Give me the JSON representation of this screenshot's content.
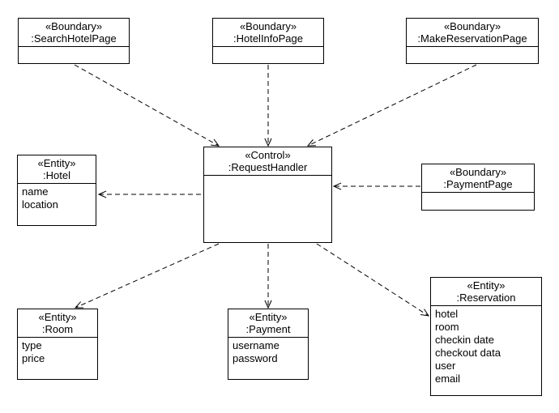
{
  "classes": {
    "search_hotel_page": {
      "stereotype": "«Boundary»",
      "name": ":SearchHotelPage",
      "attributes": []
    },
    "hotel_info_page": {
      "stereotype": "«Boundary»",
      "name": ":HotelInfoPage",
      "attributes": []
    },
    "make_reservation_page": {
      "stereotype": "«Boundary»",
      "name": ":MakeReservationPage",
      "attributes": []
    },
    "hotel": {
      "stereotype": "«Entity»",
      "name": ":Hotel",
      "attributes": [
        "name",
        "location"
      ]
    },
    "request_handler": {
      "stereotype": "«Control»",
      "name": ":RequestHandler",
      "attributes": []
    },
    "payment_page": {
      "stereotype": "«Boundary»",
      "name": ":PaymentPage",
      "attributes": []
    },
    "room": {
      "stereotype": "«Entity»",
      "name": ":Room",
      "attributes": [
        "type",
        "price"
      ]
    },
    "payment": {
      "stereotype": "«Entity»",
      "name": ":Payment",
      "attributes": [
        "username",
        "password"
      ]
    },
    "reservation": {
      "stereotype": "«Entity»",
      "name": ":Reservation",
      "attributes": [
        "hotel",
        "room",
        "checkin date",
        "checkout data",
        "user",
        "email"
      ]
    }
  },
  "dependencies": [
    {
      "from": "search_hotel_page",
      "to": "request_handler"
    },
    {
      "from": "hotel_info_page",
      "to": "request_handler"
    },
    {
      "from": "make_reservation_page",
      "to": "request_handler"
    },
    {
      "from": "request_handler",
      "to": "hotel"
    },
    {
      "from": "payment_page",
      "to": "request_handler"
    },
    {
      "from": "request_handler",
      "to": "room"
    },
    {
      "from": "request_handler",
      "to": "payment"
    },
    {
      "from": "request_handler",
      "to": "reservation"
    }
  ],
  "colors": {
    "line": "#000000",
    "background": "#ffffff"
  }
}
